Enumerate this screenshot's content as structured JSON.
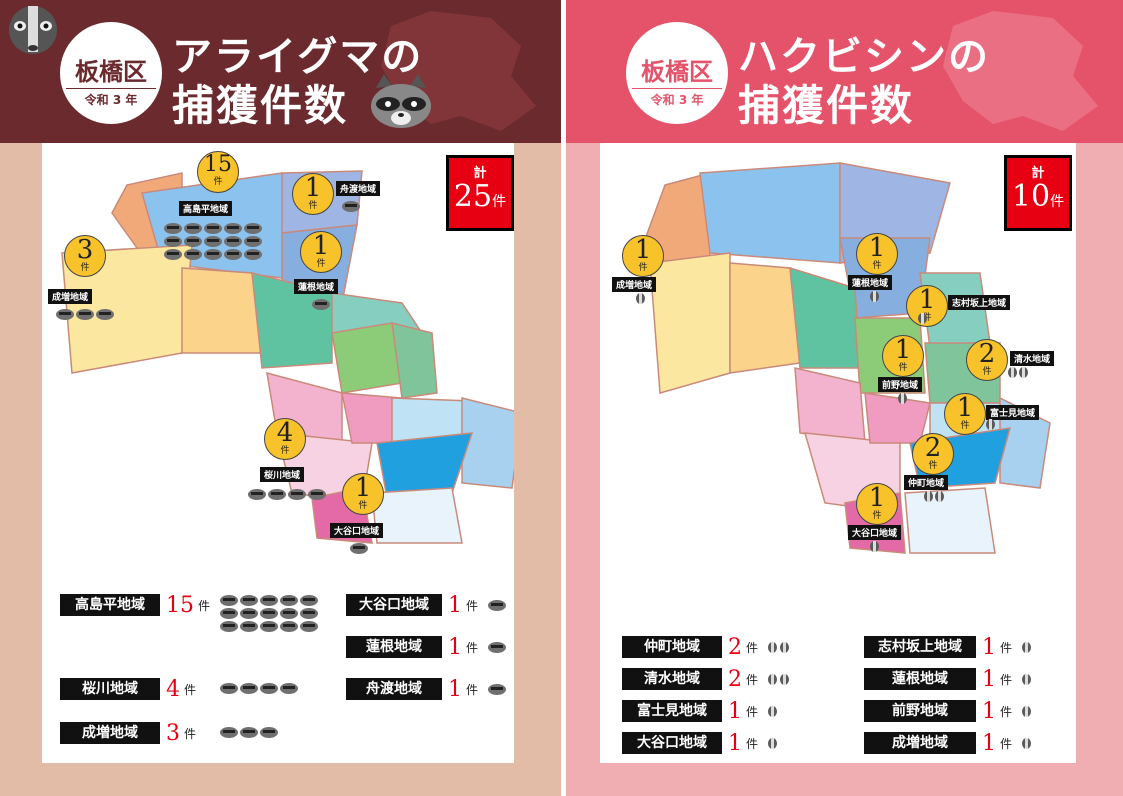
{
  "colors": {
    "left_header": "#6b2a2e",
    "right_header": "#e5536a",
    "accent_red": "#e60012",
    "marker_yellow": "#f8c22a"
  },
  "left": {
    "badge": {
      "ward": "板橋区",
      "era": "令和 3 年"
    },
    "title_line1": "アライグマの",
    "title_line2": "捕獲件数",
    "icon": "raccoon-icon",
    "total": {
      "label": "計",
      "value": "25",
      "unit": "件"
    },
    "unit": "件",
    "map_markers": [
      {
        "count": "15",
        "region": "高島平地域",
        "icons": 15
      },
      {
        "count": "1",
        "region": "舟渡地域",
        "icons": 1
      },
      {
        "count": "1",
        "region": "蓮根地域",
        "icons": 1
      },
      {
        "count": "3",
        "region": "成増地域",
        "icons": 3
      },
      {
        "count": "4",
        "region": "桜川地域",
        "icons": 4
      },
      {
        "count": "1",
        "region": "大谷口地域",
        "icons": 1
      }
    ],
    "summary": [
      {
        "region": "高島平地域",
        "count": "15",
        "icons": 15
      },
      {
        "region": "桜川地域",
        "count": "4",
        "icons": 4
      },
      {
        "region": "成増地域",
        "count": "3",
        "icons": 3
      },
      {
        "region": "大谷口地域",
        "count": "1",
        "icons": 1
      },
      {
        "region": "蓮根地域",
        "count": "1",
        "icons": 1
      },
      {
        "region": "舟渡地域",
        "count": "1",
        "icons": 1
      }
    ]
  },
  "right": {
    "badge": {
      "ward": "板橋区",
      "era": "令和 3 年"
    },
    "title_line1": "ハクビシンの",
    "title_line2": "捕獲件数",
    "icon": "masked-palm-civet-icon",
    "total": {
      "label": "計",
      "value": "10",
      "unit": "件"
    },
    "unit": "件",
    "map_markers": [
      {
        "count": "1",
        "region": "成増地域",
        "icons": 1
      },
      {
        "count": "1",
        "region": "蓮根地域",
        "icons": 1
      },
      {
        "count": "1",
        "region": "志村坂上地域",
        "icons": 1
      },
      {
        "count": "1",
        "region": "前野地域",
        "icons": 1
      },
      {
        "count": "2",
        "region": "清水地域",
        "icons": 2
      },
      {
        "count": "1",
        "region": "富士見地域",
        "icons": 1
      },
      {
        "count": "2",
        "region": "仲町地域",
        "icons": 2
      },
      {
        "count": "1",
        "region": "大谷口地域",
        "icons": 1
      }
    ],
    "summary": [
      {
        "region": "仲町地域",
        "count": "2",
        "icons": 2
      },
      {
        "region": "清水地域",
        "count": "2",
        "icons": 2
      },
      {
        "region": "富士見地域",
        "count": "1",
        "icons": 1
      },
      {
        "region": "大谷口地域",
        "count": "1",
        "icons": 1
      },
      {
        "region": "志村坂上地域",
        "count": "1",
        "icons": 1
      },
      {
        "region": "蓮根地域",
        "count": "1",
        "icons": 1
      },
      {
        "region": "前野地域",
        "count": "1",
        "icons": 1
      },
      {
        "region": "成増地域",
        "count": "1",
        "icons": 1
      }
    ]
  }
}
